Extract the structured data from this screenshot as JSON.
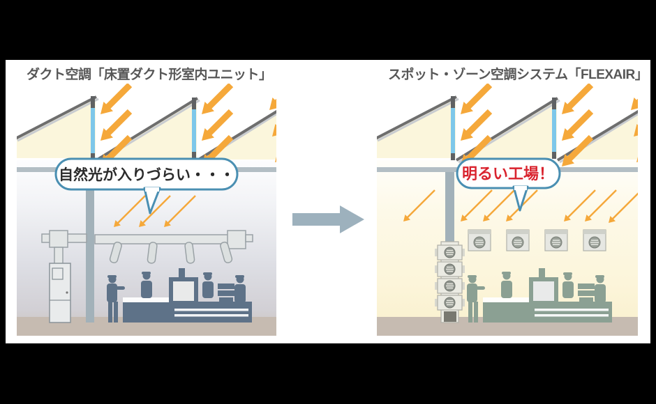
{
  "figure": {
    "left": {
      "title": "ダクト空調「床置ダクト形室内ユニット」",
      "bubble": "自然光が入りづらい・・・"
    },
    "right": {
      "title": "スポット・ゾーン空調システム「FLEXAIR」",
      "bubble": "明るい工場！"
    },
    "colors": {
      "sunlight_orange": "#F5A83A",
      "skylight_window_blue": "#7DC7EA",
      "bubble_border_blue": "#4A8FB2",
      "bubble_text_left": "#2B2B2B",
      "bubble_text_right": "#D9232E",
      "transition_arrow_grey_blue": "#9DB1BD",
      "left_silhouettes": "#5E7288",
      "right_silhouettes": "#8BA093",
      "floor_brown": "#C6BBB1",
      "roof_glass_cream": "#FBF6DC",
      "title_grey": "#575757"
    },
    "icons": {
      "transition": "right-arrow",
      "sunlight": "diagonal-sun-arrows"
    }
  }
}
